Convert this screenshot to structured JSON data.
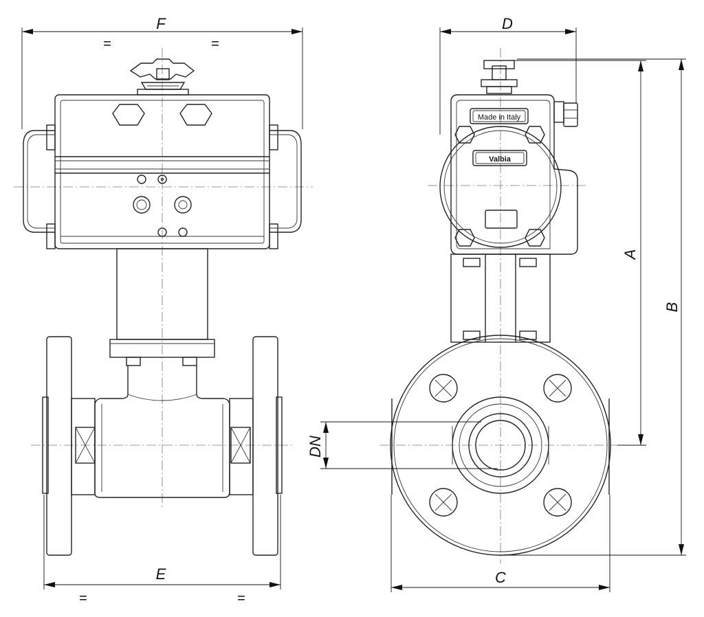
{
  "dimensions": {
    "F": "F",
    "D": "D",
    "A": "A",
    "B": "B",
    "C": "C",
    "E": "E",
    "DN": "DN",
    "equal_sign": "="
  },
  "nameplates": {
    "made_in": "Made in Italy",
    "brand": "Valbia"
  }
}
